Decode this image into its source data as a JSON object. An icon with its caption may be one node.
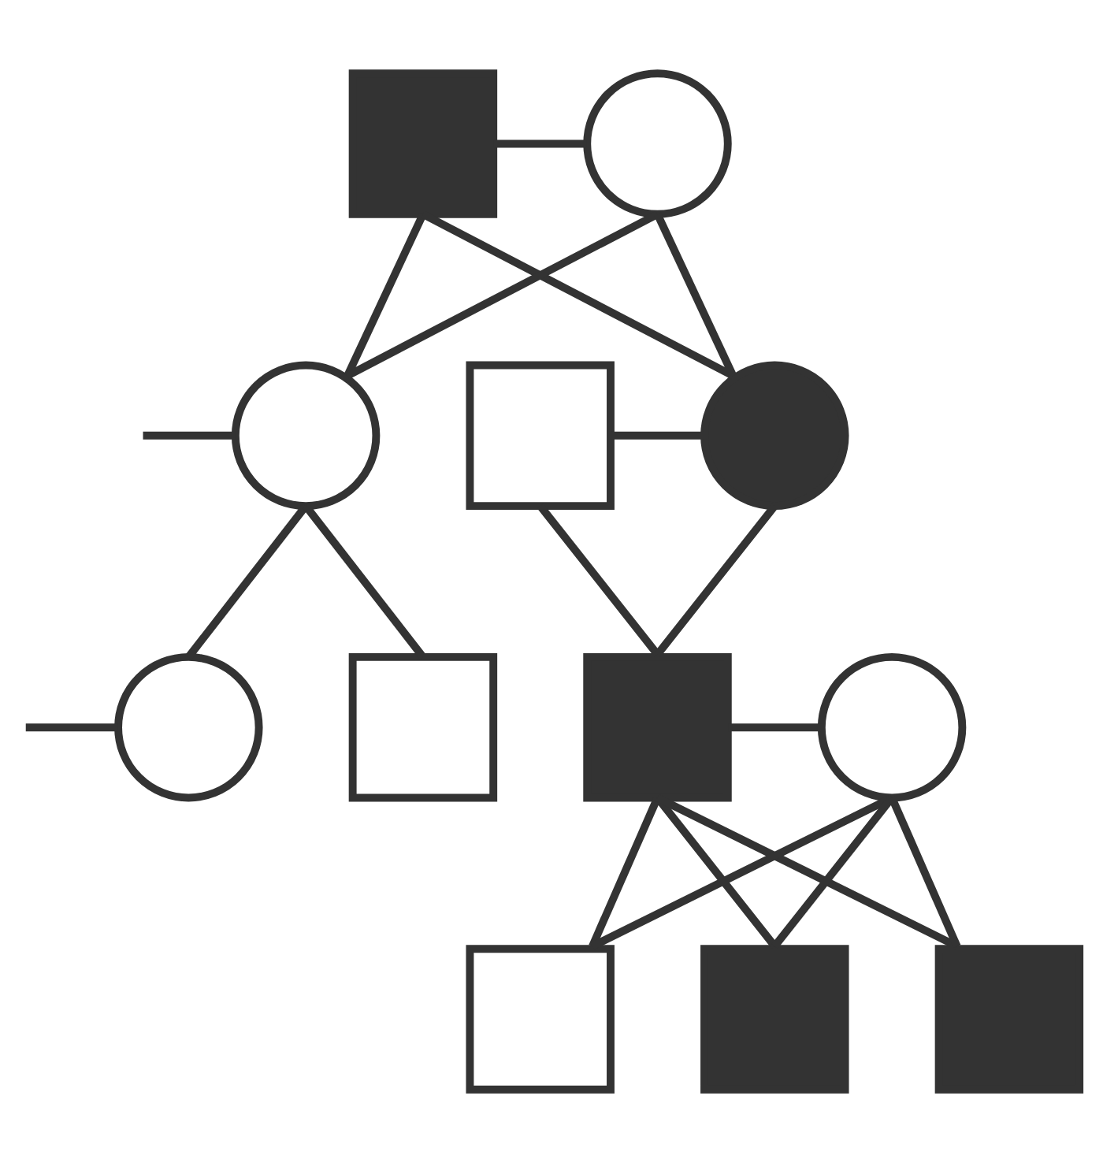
{
  "diagram": {
    "nodes": [
      {
        "text": [],
        "shape": "square"
      },
      {
        "text": [],
        "shape": "circle"
      },
      {
        "text": [],
        "shape": "circle"
      },
      {
        "text": [],
        "shape": "square"
      },
      {
        "text": [],
        "shape": "circle"
      },
      {
        "text": [],
        "shape": "circle"
      },
      {
        "text": [],
        "shape": "square"
      },
      {
        "text": [],
        "shape": "square"
      },
      {
        "text": [],
        "shape": "circle"
      },
      {
        "text": [],
        "shape": "square"
      },
      {
        "text": [],
        "shape": "square"
      },
      {
        "text": [],
        "shape": "square"
      }
    ],
    "edges": [
      {
        "from": 0,
        "to": 1,
        "arrow": "none"
      },
      {
        "from": 0,
        "to": 2,
        "arrow": "none"
      },
      {
        "from": 1,
        "to": 2,
        "arrow": "none"
      },
      {
        "from": 0,
        "to": 4,
        "arrow": "none"
      },
      {
        "from": 1,
        "to": 4,
        "arrow": "none"
      },
      {
        "from": null,
        "to": 2,
        "arrow": "none"
      },
      {
        "from": 3,
        "to": 4,
        "arrow": "none"
      },
      {
        "from": 3,
        "to": 7,
        "arrow": "none"
      },
      {
        "from": 4,
        "to": 7,
        "arrow": "none"
      },
      {
        "from": 2,
        "to": 5,
        "arrow": "none"
      },
      {
        "from": 2,
        "to": 6,
        "arrow": "none"
      },
      {
        "from": null,
        "to": 5,
        "arrow": "none"
      },
      {
        "from": 7,
        "to": 8,
        "arrow": "none"
      },
      {
        "from": 7,
        "to": 9,
        "arrow": "none"
      },
      {
        "from": 8,
        "to": 9,
        "arrow": "none"
      },
      {
        "from": 7,
        "to": 10,
        "arrow": "none"
      },
      {
        "from": 8,
        "to": 10,
        "arrow": "none"
      },
      {
        "from": 7,
        "to": 11,
        "arrow": "none"
      },
      {
        "from": 8,
        "to": 11,
        "arrow": "none"
      }
    ]
  }
}
